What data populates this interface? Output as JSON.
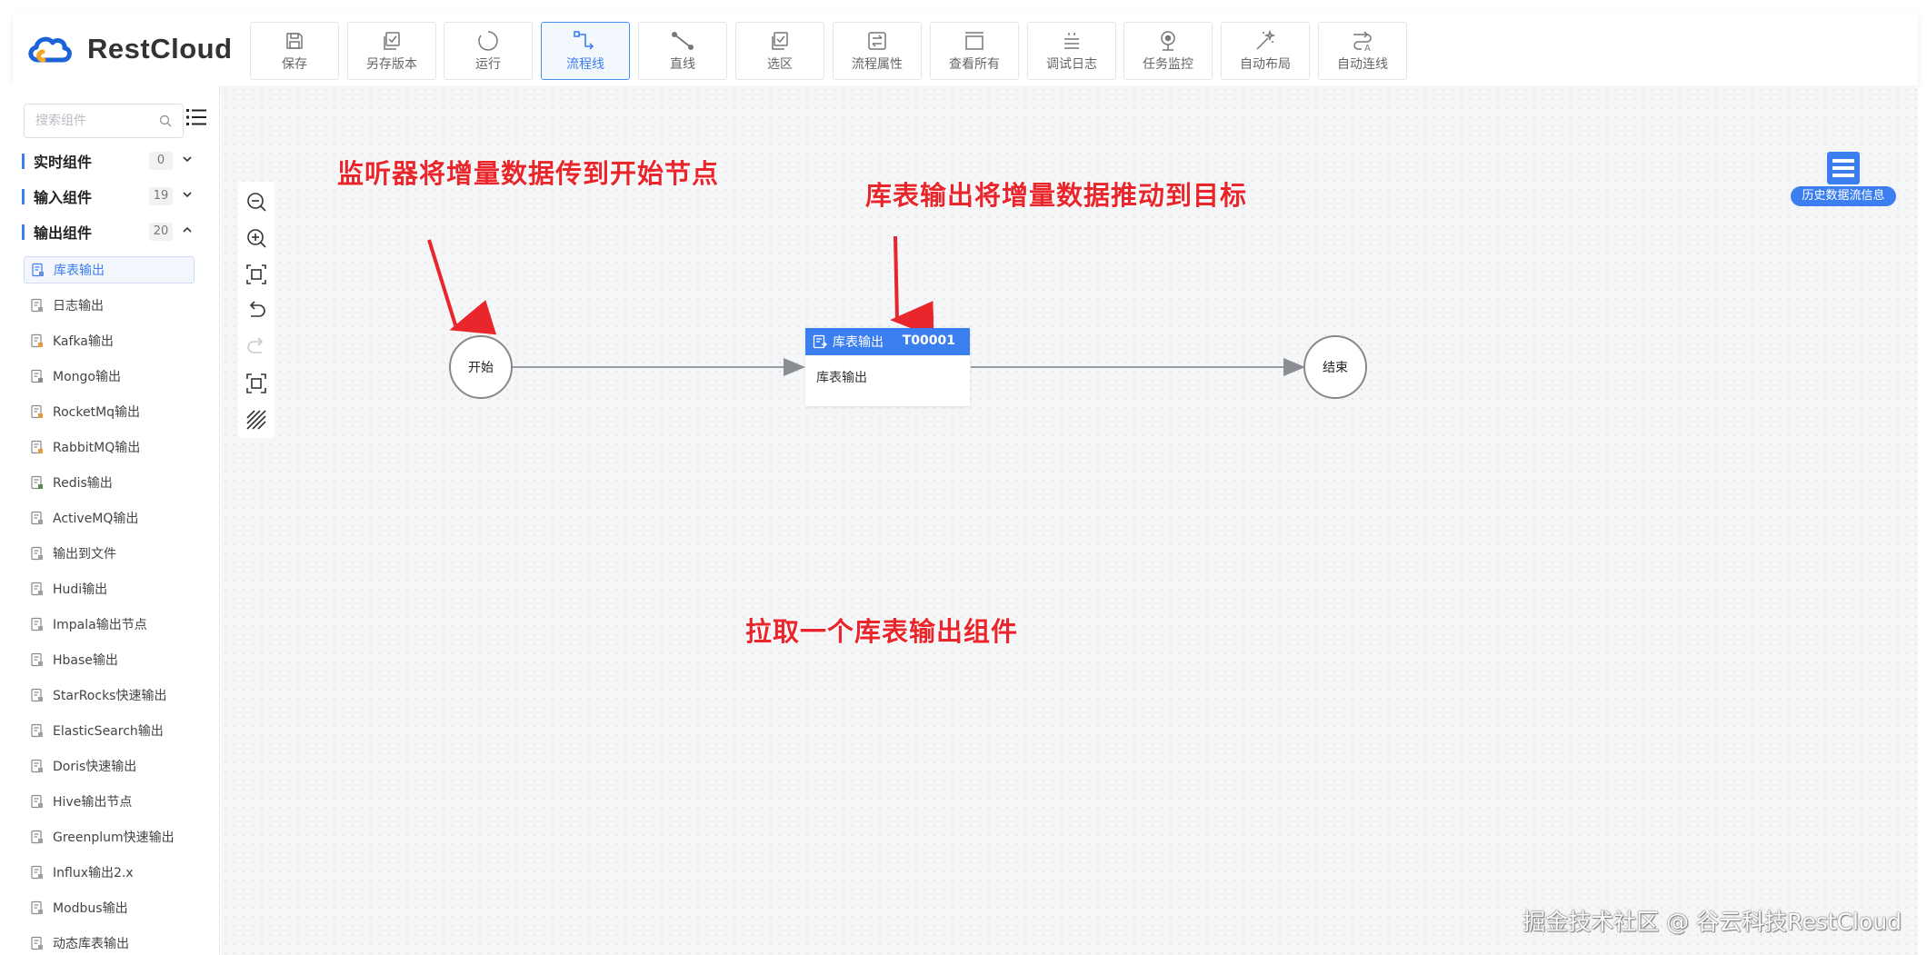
{
  "app": {
    "brand": "RestCloud"
  },
  "toolbar": [
    {
      "label": "保存",
      "icon": "save-icon",
      "active": false
    },
    {
      "label": "另存版本",
      "icon": "save-version-icon",
      "active": false
    },
    {
      "label": "运行",
      "icon": "run-icon",
      "active": false
    },
    {
      "label": "流程线",
      "icon": "flow-line-icon",
      "active": true
    },
    {
      "label": "直线",
      "icon": "straight-line-icon",
      "active": false
    },
    {
      "label": "选区",
      "icon": "selection-icon",
      "active": false
    },
    {
      "label": "流程属性",
      "icon": "flow-properties-icon",
      "active": false
    },
    {
      "label": "查看所有",
      "icon": "view-all-icon",
      "active": false
    },
    {
      "label": "调试日志",
      "icon": "debug-log-icon",
      "active": false
    },
    {
      "label": "任务监控",
      "icon": "task-monitor-icon",
      "active": false
    },
    {
      "label": "自动布局",
      "icon": "auto-layout-icon",
      "active": false
    },
    {
      "label": "自动连线",
      "icon": "auto-connect-icon",
      "active": false
    }
  ],
  "sidebar": {
    "search_placeholder": "搜索组件",
    "categories": [
      {
        "name": "实时组件",
        "count": "0",
        "expanded": false
      },
      {
        "name": "输入组件",
        "count": "19",
        "expanded": false
      },
      {
        "name": "输出组件",
        "count": "20",
        "expanded": true
      }
    ],
    "items": [
      {
        "label": "库表输出",
        "selected": true
      },
      {
        "label": "日志输出"
      },
      {
        "label": "Kafka输出"
      },
      {
        "label": "Mongo输出"
      },
      {
        "label": "RocketMq输出"
      },
      {
        "label": "RabbitMQ输出"
      },
      {
        "label": "Redis输出"
      },
      {
        "label": "ActiveMQ输出"
      },
      {
        "label": "输出到文件"
      },
      {
        "label": "Hudi输出"
      },
      {
        "label": "Impala输出节点"
      },
      {
        "label": "Hbase输出"
      },
      {
        "label": "StarRocks快速输出"
      },
      {
        "label": "ElasticSearch输出"
      },
      {
        "label": "Doris快速输出"
      },
      {
        "label": "Hive输出节点"
      },
      {
        "label": "Greenplum快速输出"
      },
      {
        "label": "Influx输出2.x"
      },
      {
        "label": "Modbus输出"
      },
      {
        "label": "动态库表输出"
      }
    ]
  },
  "canvas": {
    "start_node": "开始",
    "end_node": "结束",
    "task_node": {
      "title": "库表输出",
      "id": "T00001",
      "body": "库表输出"
    },
    "history_label": "历史数据流信息",
    "annotations": {
      "left": "监听器将增量数据传到开始节点",
      "top": "库表输出将增量数据推动到目标",
      "bottom": "拉取一个库表输出组件"
    },
    "watermark": "掘金技术社区 @ 谷云科技RestCloud"
  },
  "colors": {
    "accent": "#3b7ef0",
    "annotation": "#e8262b"
  }
}
